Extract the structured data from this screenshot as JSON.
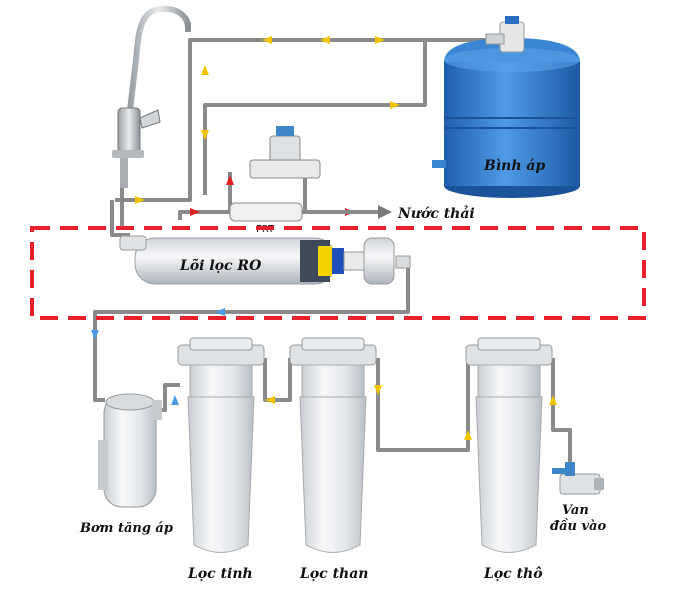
{
  "labels": {
    "tank": "Bình áp",
    "waste": "Nước thải",
    "frt": "FRT",
    "ro": "Lõi lọc RO",
    "pump": "Bơm tăng áp",
    "fine": "Lọc tinh",
    "carbon": "Lọc than",
    "coarse": "Lọc thô",
    "valve_line1": "Van",
    "valve_line2": "đầu vào"
  },
  "colors": {
    "tank": "#3a86d4",
    "pipe": "#8a8a8a",
    "highlight_box": "#e8202a",
    "housing": "#e9ecef",
    "flow_arrow_yellow": "#f2c400",
    "flow_arrow_blue": "#4a9be0",
    "flow_arrow_red": "#e02020"
  },
  "icons": {
    "faucet": "faucet-icon",
    "pressure_tank": "pressure-tank-icon",
    "solenoid": "solenoid-valve-icon",
    "pump": "booster-pump-icon",
    "inlet_valve": "inlet-valve-icon"
  }
}
